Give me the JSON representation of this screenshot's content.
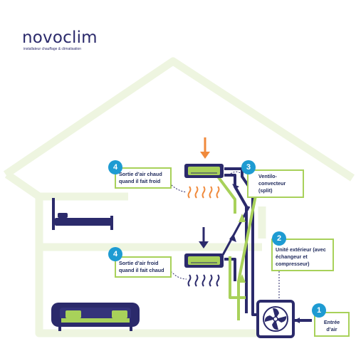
{
  "brand": {
    "logo": "novoclim",
    "tagline": "installateur chauffage & climatisation"
  },
  "steps": [
    {
      "number": "4",
      "text": "Sortie d’air chaud quand il fait froid"
    },
    {
      "number": "3",
      "text": "Ventilo-convecteur (split)"
    },
    {
      "number": "4",
      "text": "Sortie d’air froid quand il fait chaud"
    },
    {
      "number": "2",
      "text": "Unité extérieur (avec échangeur et compresseur)"
    },
    {
      "number": "1",
      "text": "Entrée d’air"
    }
  ],
  "colors": {
    "house": "#eef5e0",
    "accent_green": "#a8d15a",
    "navy": "#2b2a6b",
    "orange": "#f08a3c",
    "badge_blue": "#1e9bd2"
  },
  "icons": [
    "bed-icon",
    "sofa-icon",
    "split-unit-icon",
    "outdoor-unit-fan-icon",
    "heat-waves-icon",
    "cold-waves-icon",
    "arrow-down-icon"
  ]
}
